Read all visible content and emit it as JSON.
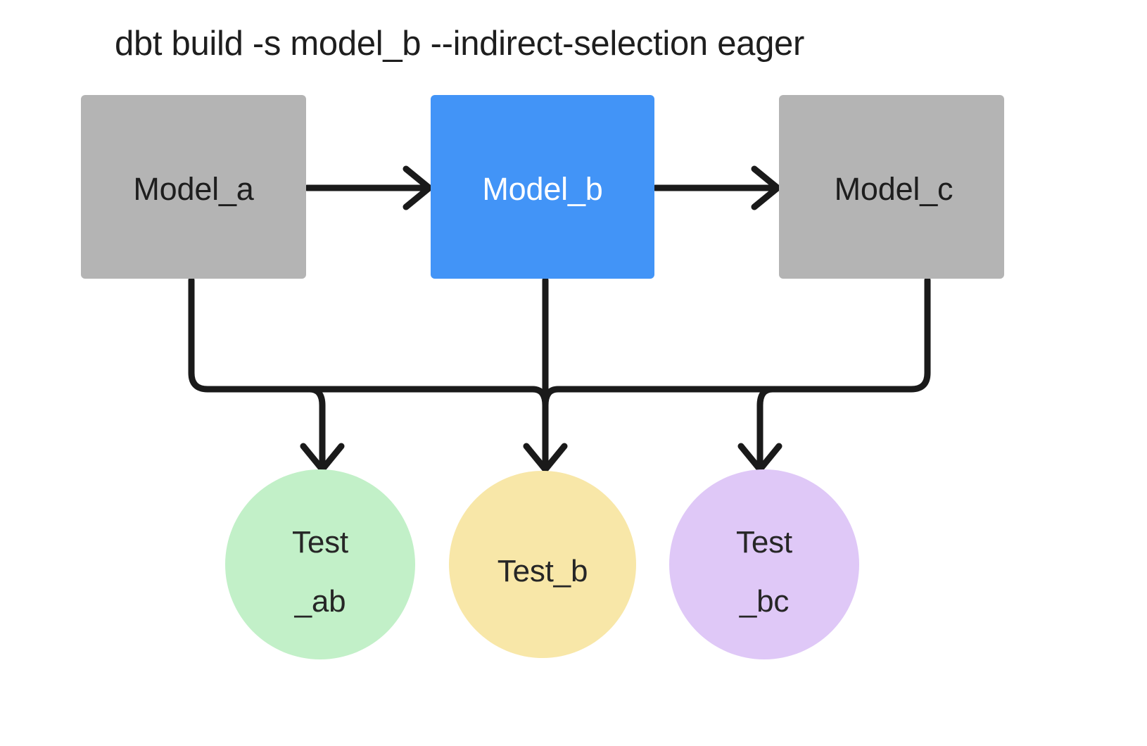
{
  "title": "dbt build -s model_b --indirect-selection eager",
  "colors": {
    "background": "#ffffff",
    "model_default": "#b4b4b4",
    "model_selected": "#4294f7",
    "edge": "#1a1a1a",
    "text_dark": "#1e1e1e",
    "text_light": "#ffffff",
    "test_ab": "#c2f0c8",
    "test_b": "#f8e7a8",
    "test_bc": "#dfc8f7"
  },
  "models": [
    {
      "id": "model_a",
      "label": "Model_a",
      "fill": "#b4b4b4",
      "selected": false
    },
    {
      "id": "model_b",
      "label": "Model_b",
      "fill": "#4294f7",
      "selected": true
    },
    {
      "id": "model_c",
      "label": "Model_c",
      "fill": "#b4b4b4",
      "selected": false
    }
  ],
  "tests": [
    {
      "id": "test_ab",
      "line1": "Test",
      "line2": "_ab",
      "fill": "#c2f0c8"
    },
    {
      "id": "test_b",
      "line1": "Test_b",
      "line2": "",
      "fill": "#f8e7a8"
    },
    {
      "id": "test_bc",
      "line1": "Test",
      "line2": "_bc",
      "fill": "#dfc8f7"
    }
  ],
  "edges": [
    {
      "from": "model_a",
      "to": "model_b",
      "kind": "model-to-model"
    },
    {
      "from": "model_b",
      "to": "model_c",
      "kind": "model-to-model"
    },
    {
      "from": "model_a",
      "to": "test_ab",
      "kind": "model-to-test"
    },
    {
      "from": "model_b",
      "to": "test_ab",
      "kind": "model-to-test"
    },
    {
      "from": "model_b",
      "to": "test_b",
      "kind": "model-to-test"
    },
    {
      "from": "model_b",
      "to": "test_bc",
      "kind": "model-to-test"
    },
    {
      "from": "model_c",
      "to": "test_bc",
      "kind": "model-to-test"
    }
  ]
}
